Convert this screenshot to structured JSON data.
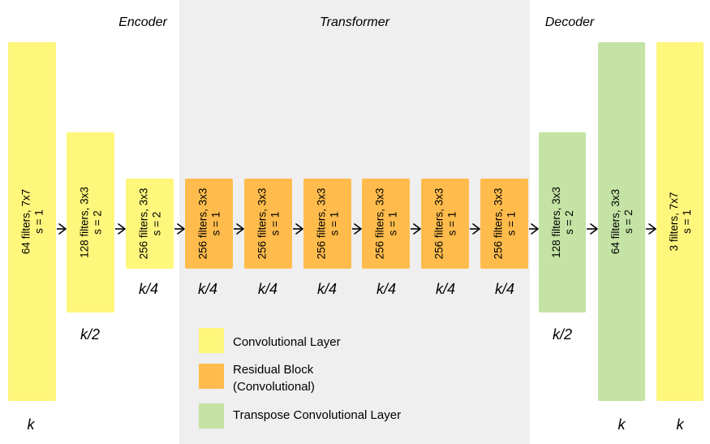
{
  "colors": {
    "convolutional": "#FFF67C",
    "residual": "#FFBC4C",
    "transpose": "#C4E3A4",
    "transformer_bg": "#EFEFEF"
  },
  "sections": {
    "encoder": "Encoder",
    "transformer": "Transformer",
    "decoder": "Decoder"
  },
  "blocks": [
    {
      "id": "enc-1",
      "kind": "convolutional",
      "line1": "64 filters, 7x7",
      "line2": "s = 1",
      "size_label": "k"
    },
    {
      "id": "enc-2",
      "kind": "convolutional",
      "line1": "128 filters, 3x3",
      "line2": "s = 2",
      "size_label": "k/2"
    },
    {
      "id": "enc-3",
      "kind": "convolutional",
      "line1": "256 filters, 3x3",
      "line2": "s = 2",
      "size_label": "k/4"
    },
    {
      "id": "res-1",
      "kind": "residual",
      "line1": "256 filters, 3x3",
      "line2": "s = 1",
      "size_label": "k/4"
    },
    {
      "id": "res-2",
      "kind": "residual",
      "line1": "256 filters, 3x3",
      "line2": "s = 1",
      "size_label": "k/4"
    },
    {
      "id": "res-3",
      "kind": "residual",
      "line1": "256 filters, 3x3",
      "line2": "s = 1",
      "size_label": "k/4"
    },
    {
      "id": "res-4",
      "kind": "residual",
      "line1": "256 filters, 3x3",
      "line2": "s = 1",
      "size_label": "k/4"
    },
    {
      "id": "res-5",
      "kind": "residual",
      "line1": "256 filters, 3x3",
      "line2": "s = 1",
      "size_label": "k/4"
    },
    {
      "id": "res-6",
      "kind": "residual",
      "line1": "256 filters, 3x3",
      "line2": "s = 1",
      "size_label": "k/4"
    },
    {
      "id": "dec-1",
      "kind": "transpose",
      "line1": "128 filters, 3x3",
      "line2": "s = 2",
      "size_label": "k/2"
    },
    {
      "id": "dec-2",
      "kind": "transpose",
      "line1": "64 filters, 3x3",
      "line2": "s = 2",
      "size_label": "k"
    },
    {
      "id": "dec-3",
      "kind": "convolutional",
      "line1": "3 filters, 7x7",
      "line2": "s = 1",
      "size_label": "k"
    }
  ],
  "legend": [
    {
      "kind": "convolutional",
      "lines": [
        "Convolutional Layer"
      ]
    },
    {
      "kind": "residual",
      "lines": [
        "Residual Block",
        "(Convolutional)"
      ]
    },
    {
      "kind": "transpose",
      "lines": [
        "Transpose Convolutional Layer"
      ]
    }
  ]
}
